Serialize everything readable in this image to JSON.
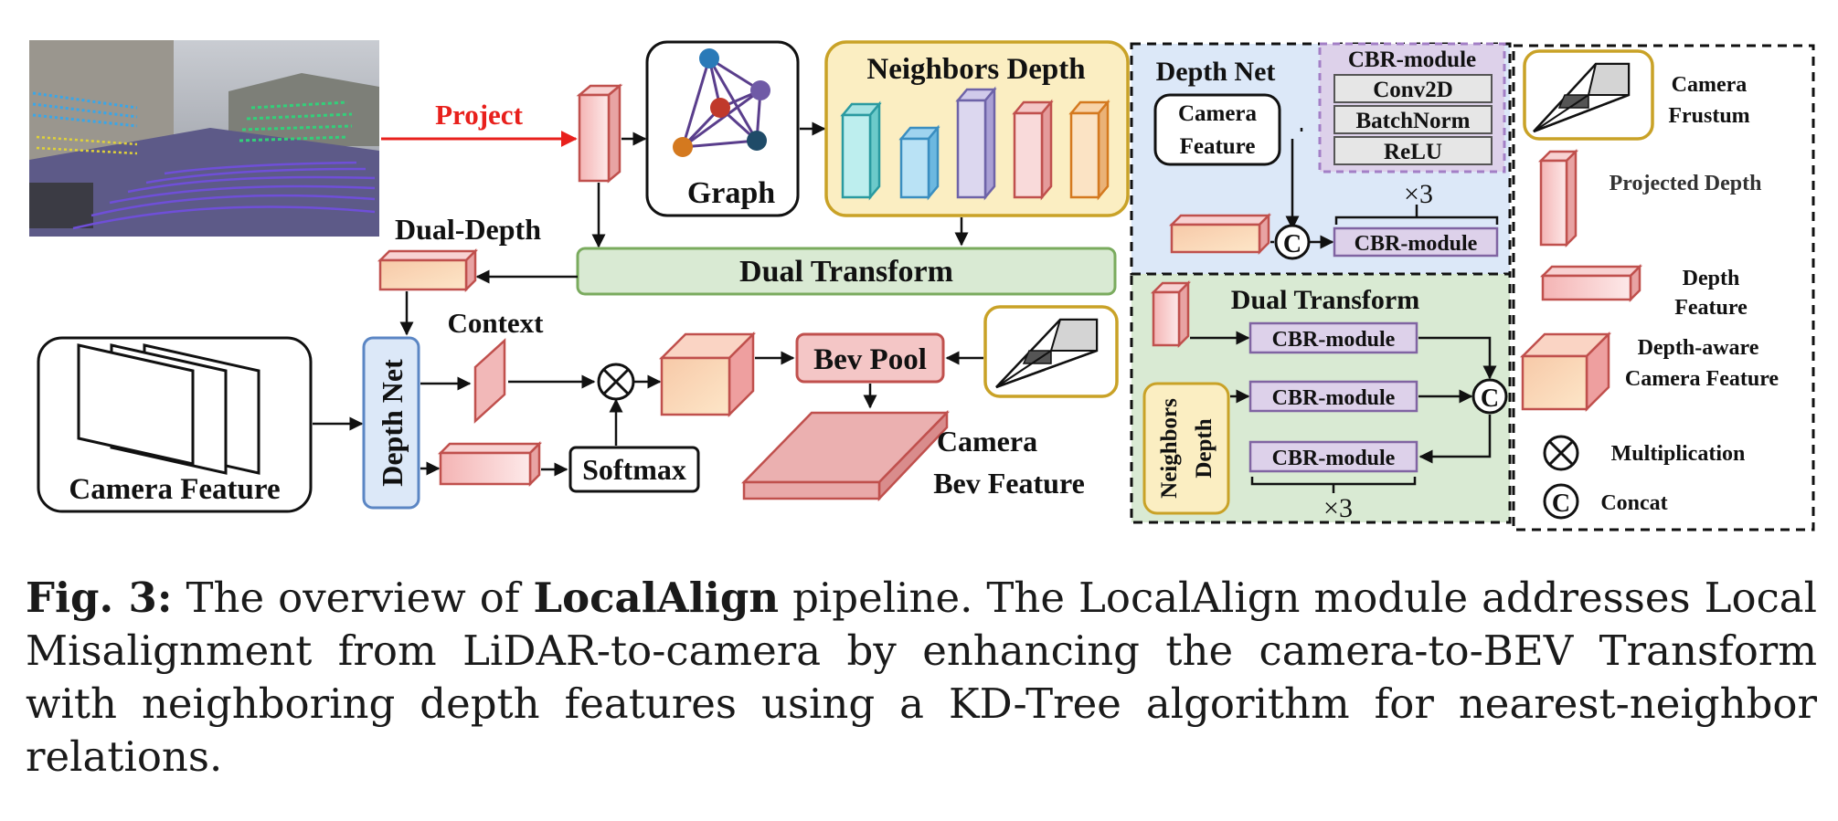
{
  "figure": {
    "project": "Project",
    "graph": "Graph",
    "neighbors_depth": "Neighbors Depth",
    "dual_depth": "Dual-Depth",
    "dual_transform": "Dual Transform",
    "context": "Context",
    "depth_net": "Depth Net",
    "camera_feature": "Camera Feature",
    "softmax": "Softmax",
    "bev_pool": "Bev Pool",
    "camera_bev_1": "Camera",
    "camera_bev_2": "Bev Feature"
  },
  "depth_net_panel": {
    "title": "Depth Net",
    "camera_feature_1": "Camera",
    "camera_feature_2": "Feature",
    "cbr_title": "CBR-module",
    "conv": "Conv2D",
    "batchnorm": "BatchNorm",
    "relu": "ReLU",
    "times3": "×3",
    "cbr": "CBR-module"
  },
  "dual_transform_panel": {
    "title": "Dual Transform",
    "cbr1": "CBR-module",
    "cbr2": "CBR-module",
    "cbr3": "CBR-module",
    "neighbors_1": "Neighbors",
    "neighbors_2": "Depth",
    "times3": "×3"
  },
  "legend": {
    "camera_frustum_1": "Camera",
    "camera_frustum_2": "Frustum",
    "projected_depth": "Projected Depth",
    "depth_feature_1": "Depth",
    "depth_feature_2": "Feature",
    "depth_aware_1": "Depth-aware",
    "depth_aware_2": "Camera Feature",
    "multiplication": "Multiplication",
    "concat": "Concat"
  },
  "caption": {
    "label": "Fig. 3:",
    "t1": " The overview of ",
    "bold": "LocalAlign",
    "t2": " pipeline. The LocalAlign module addresses Local Misalignment from LiDAR-to-camera by enhancing the camera-to-BEV Transform with neighboring depth features using a KD-Tree algorithm for nearest-neighbor relations."
  },
  "colors": {
    "red_arrow": "#e8201c",
    "depth_net_bg": "#dce8f8",
    "dual_transform_bg": "#d9ead3",
    "neighbors_bg": "#fbeec2",
    "gold_border": "#c9a227",
    "pink_fill": "#f4c6c6",
    "pink_border": "#c0504d",
    "purple_fill": "#ddd1ea",
    "purple_border": "#8064a2"
  }
}
